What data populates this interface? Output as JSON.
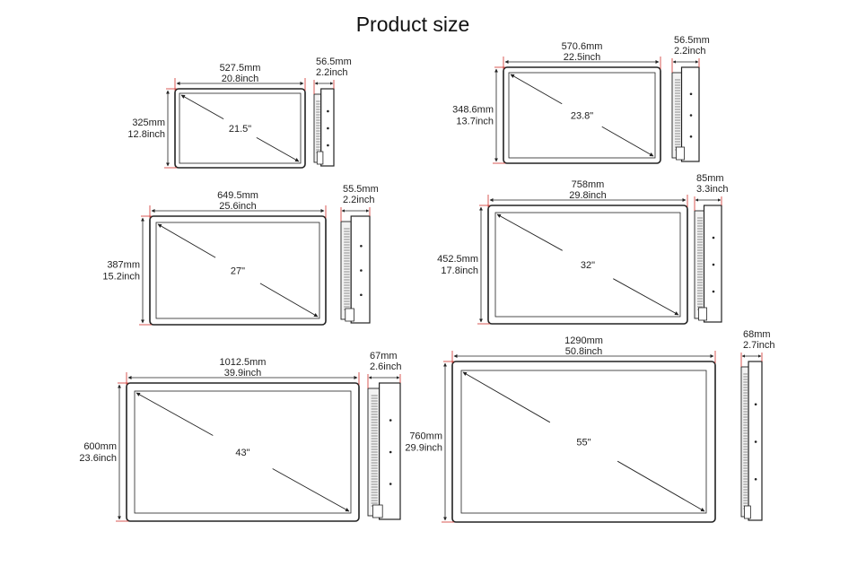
{
  "title": "Product size",
  "models": [
    {
      "diagonal": "21.5\"",
      "width_mm": "527.5mm",
      "width_in": "20.8inch",
      "height_mm": "325mm",
      "height_in": "12.8inch",
      "depth_mm": "56.5mm",
      "depth_in": "2.2inch"
    },
    {
      "diagonal": "23.8\"",
      "width_mm": "570.6mm",
      "width_in": "22.5inch",
      "height_mm": "348.6mm",
      "height_in": "13.7inch",
      "depth_mm": "56.5mm",
      "depth_in": "2.2inch"
    },
    {
      "diagonal": "27\"",
      "width_mm": "649.5mm",
      "width_in": "25.6inch",
      "height_mm": "387mm",
      "height_in": "15.2inch",
      "depth_mm": "55.5mm",
      "depth_in": "2.2inch"
    },
    {
      "diagonal": "32\"",
      "width_mm": "758mm",
      "width_in": "29.8inch",
      "height_mm": "452.5mm",
      "height_in": "17.8inch",
      "depth_mm": "85mm",
      "depth_in": "3.3inch"
    },
    {
      "diagonal": "43\"",
      "width_mm": "1012.5mm",
      "width_in": "39.9inch",
      "height_mm": "600mm",
      "height_in": "23.6inch",
      "depth_mm": "67mm",
      "depth_in": "2.6inch"
    },
    {
      "diagonal": "55\"",
      "width_mm": "1290mm",
      "width_in": "50.8inch",
      "height_mm": "760mm",
      "height_in": "29.9inch",
      "depth_mm": "68mm",
      "depth_in": "2.7inch"
    }
  ],
  "colors": {
    "line": "#222222",
    "guide": "#d0302a",
    "bezel_fill": "#ffffff",
    "side_fill": "#f2f2f2"
  }
}
